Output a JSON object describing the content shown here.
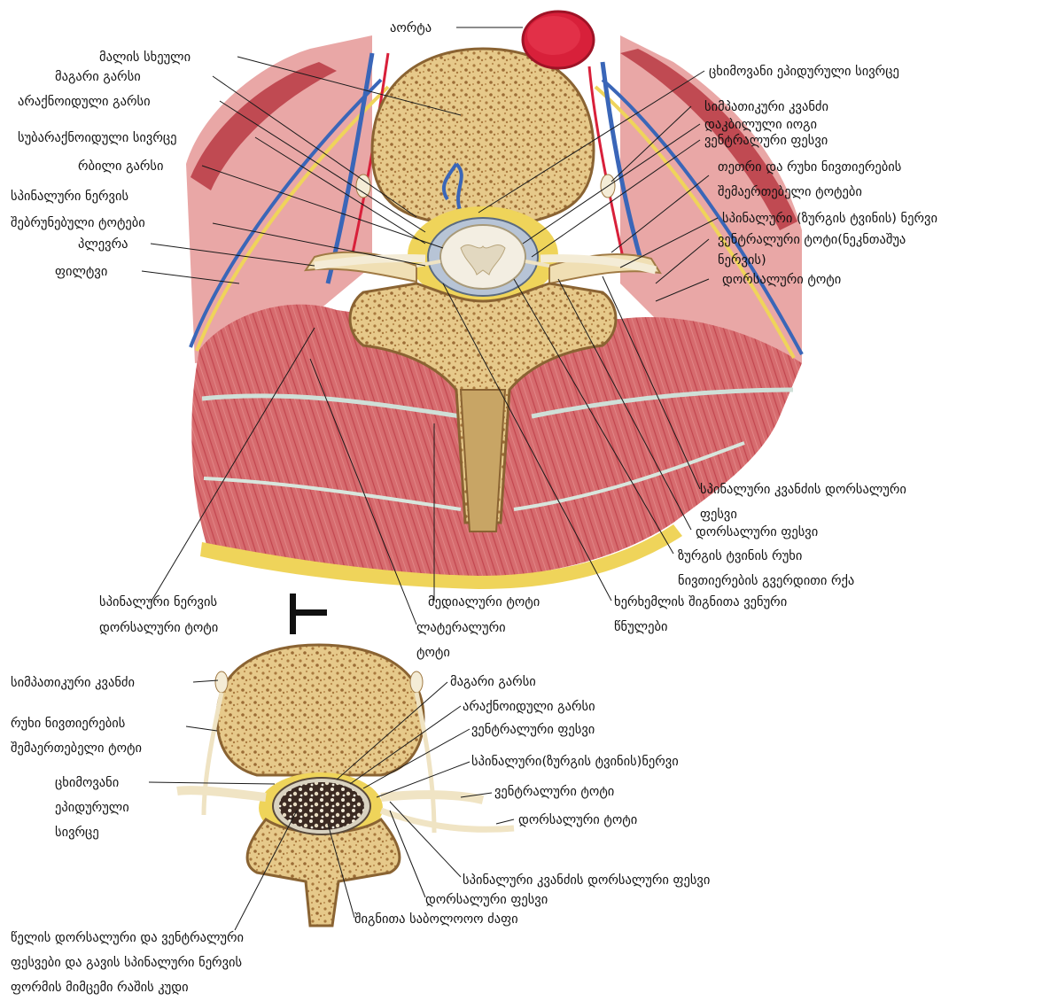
{
  "upper_labels": {
    "aorta": "აორტა",
    "vertebral_body": "მალის სხეული",
    "dura_mater": "მაგარი გარსი",
    "arachnoid": "არაქნოიდული გარსი",
    "subarachnoid_space": "სუბარაქნოიდული სივრცე",
    "pia_mater": "რბილი გარსი",
    "recurrent_branches_1": "სპინალური ნერვის",
    "recurrent_branches_2": "შებრუნებული ტოტები",
    "pleura": "პლევრა",
    "lung": "ფილტვი",
    "epidural_space": "ცხიმოვანი ეპიდურული სივრცე",
    "sympathetic_ganglion": "სიმპათიკური კვანძი",
    "denticulate_ligament": "დაკბილული იოგი",
    "ventral_root": "ვენტრალური ფესვი",
    "rami_communicantes_1": "თეთრი და რუხი ნივთიერების",
    "rami_communicantes_2": "შემაერთებელი  ტოტები",
    "spinal_nerve": "სპინალური (ზურგის ტვინის) ნერვი",
    "ventral_ramus_1": "ვენტრალური ტოტი(ნეკნთაშუა",
    "ventral_ramus_2": "ნერვის)",
    "dorsal_ramus": "დორსალური ტოტი",
    "spinal_ganglion_root_1": "სპინალური კვანძის დორსალური",
    "spinal_ganglion_root_2": "ფესვი",
    "dorsal_root": "დორსალური ფესვი",
    "lateral_horn_1": "ზურგის ტვინის რუხი",
    "lateral_horn_2": "ნივთიერების გვერდითი რქა",
    "venous_plexus_1": "ხერხემლის შიგნითა ვენური",
    "venous_plexus_2": "წნულები",
    "medial_branch": "მედიალური ტოტი",
    "lateral_branch_1": "ლატერალური",
    "lateral_branch_2": "ტოტი",
    "dorsal_ramus_spinal_1": "სპინალური ნერვის",
    "dorsal_ramus_spinal_2": "დორსალური ტოტი"
  },
  "lower_labels": {
    "sympathetic_ganglion": "სიმპათიკური კვანძი",
    "gray_ramus_1": "რუხი ნივთიერების",
    "gray_ramus_2": "შემაერთებელი ტოტი",
    "epidural_1": "ცხიმოვანი",
    "epidural_2": "ეპიდურული",
    "epidural_3": "სივრცე",
    "dura": "მაგარი გარსი",
    "arachnoid": "არაქნოიდული გარსი",
    "ventral_root": "ვენტრალური ფესვი",
    "spinal_nerve": "სპინალური(ზურგის ტვინის)ნერვი",
    "ventral_ramus": "ვენტრალური ტოტი",
    "dorsal_ramus": "დორსალური ტოტი",
    "spinal_ganglion_root": "სპინალური კვანძის დორსალური ფესვი",
    "dorsal_root": "დორსალური ფესვი",
    "filum_terminale": "შიგნითა საბოლოოო ძაფი",
    "cauda_1": "წელის დორსალური და ვენტრალური",
    "cauda_2": "ფესვები და გავის სპინალური ნერვის",
    "cauda_3": "ფორმის მიმცემი რაშის კუდი"
  },
  "colors": {
    "muscle": "#d86a6e",
    "muscle_dark": "#b84048",
    "bone": "#e8cf95",
    "bone_dark": "#b48a4a",
    "fat": "#efd45a",
    "aorta": "#d8203a",
    "vein": "#3a66b8",
    "cord": "#f3eee2",
    "cauda": "#3d2a22"
  }
}
